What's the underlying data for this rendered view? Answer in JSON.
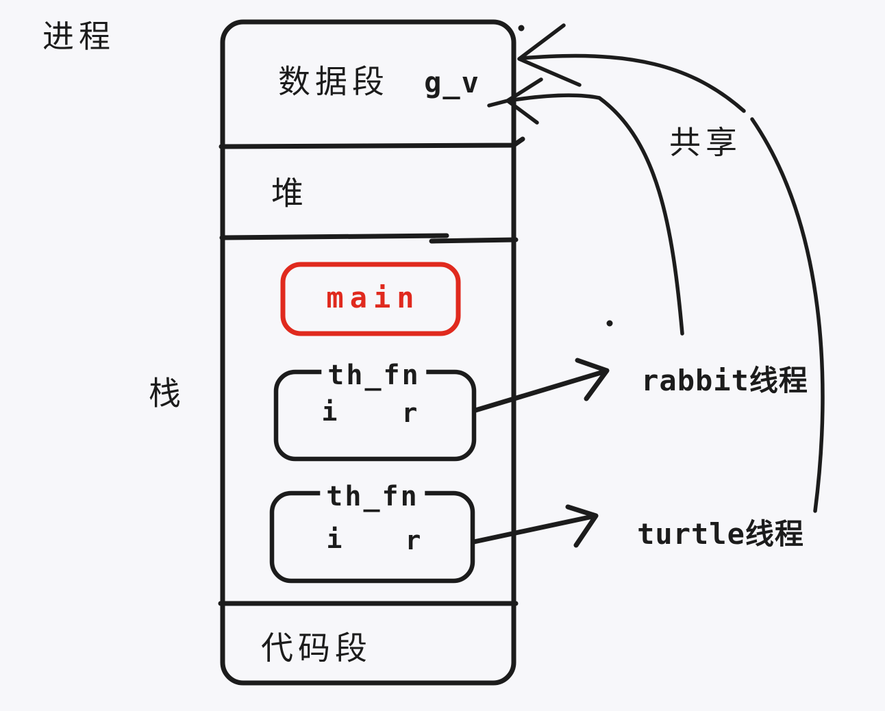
{
  "colors": {
    "bg": "#f7f7fa",
    "ink": "#1c1c1c",
    "red": "#e02a1e"
  },
  "labels": {
    "process": "进程",
    "data_segment": "数据段",
    "global_var": "g_v",
    "heap": "堆",
    "stack": "栈",
    "main_fn": "main",
    "thread_fn_1": "th_fn",
    "var_i_1": "i",
    "var_r_1": "r",
    "thread_fn_2": "th_fn",
    "var_i_2": "i",
    "var_r_2": "r",
    "code_segment": "代码段",
    "rabbit_thread": "rabbit线程",
    "turtle_thread": "turtle线程",
    "shared": "共享"
  }
}
